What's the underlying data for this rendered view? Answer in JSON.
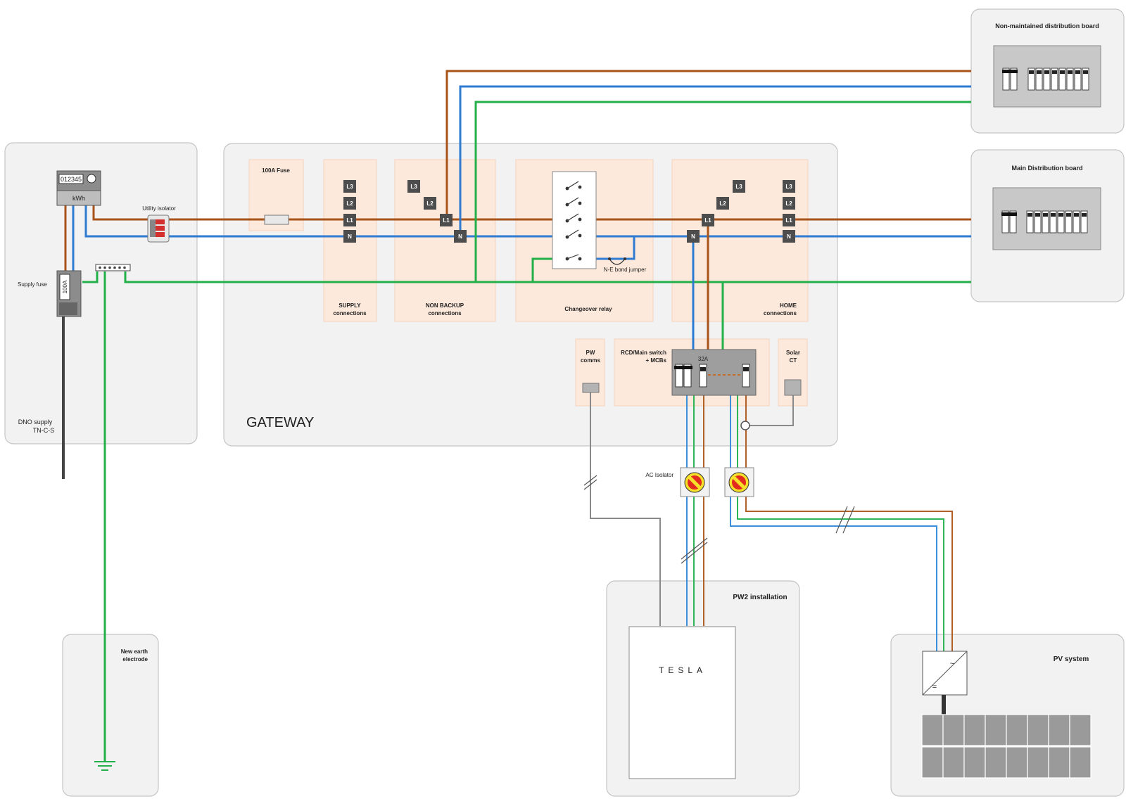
{
  "panels": {
    "non_maintained_board": "Non-maintained distribution board",
    "main_board": "Main Distribution board",
    "gateway": "GATEWAY",
    "pw2": "PW2 installation",
    "pv": "PV system",
    "earth": "New earth electrode"
  },
  "dno": {
    "meter_reading": "012345",
    "meter_unit": "kWh",
    "supply_fuse_label": "Supply fuse",
    "fuse_rating": "100A",
    "utility_isolator_label": "Utility isolator",
    "supply_label_1": "DNO supply",
    "supply_label_2": "TN-C-S"
  },
  "gateway": {
    "fuse_box": "100A Fuse",
    "supply": [
      "SUPPLY",
      "connections"
    ],
    "non_backup": [
      "NON BACKUP",
      "connections"
    ],
    "changeover": "Changeover relay",
    "ne_bond": "N-E bond jumper",
    "home": [
      "HOME",
      "connections"
    ],
    "pw_comms": [
      "PW",
      "comms"
    ],
    "rcd": [
      "RCD/Main switch",
      "+ MCBs"
    ],
    "mcb_rating": "32A",
    "solar_ct": [
      "Solar",
      "CT"
    ]
  },
  "terminals": {
    "l3": "L3",
    "l2": "L2",
    "l1": "L1",
    "n": "N"
  },
  "ac_isolator_label": "AC Isolator",
  "tesla_logo": "TESLA",
  "inverter_ac_symbol": "~",
  "inverter_dc_symbol": "=",
  "wire_colors": {
    "line": "#a8531a",
    "neutral": "#2e7bd1",
    "earth": "#23b04a",
    "comms": "#8a8a8a"
  }
}
